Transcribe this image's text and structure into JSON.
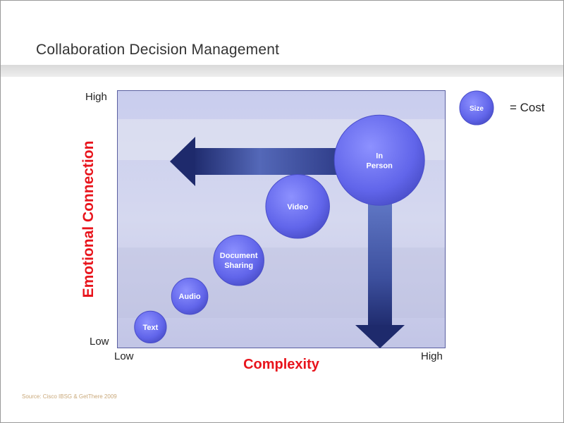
{
  "slide": {
    "title": "Collaboration Decision Management",
    "source": "Source: Cisco IBSG & GetThere 2009"
  },
  "axes": {
    "y_label": "Emotional Connection",
    "x_label": "Complexity",
    "y_high": "High",
    "y_low": "Low",
    "x_low": "Low",
    "x_high": "High"
  },
  "legend": {
    "bubble_text": "Size",
    "meaning": "= Cost"
  },
  "chart_data": {
    "type": "scatter",
    "encoding": "bubble size = cost",
    "points": [
      {
        "label": "Text",
        "complexity": 0.1,
        "emotional_connection": 0.08,
        "cost": 1
      },
      {
        "label": "Audio",
        "complexity": 0.22,
        "emotional_connection": 0.2,
        "cost": 1.3
      },
      {
        "label": "Document Sharing",
        "complexity": 0.37,
        "emotional_connection": 0.34,
        "cost": 2.5
      },
      {
        "label": "Video",
        "complexity": 0.55,
        "emotional_connection": 0.55,
        "cost": 4
      },
      {
        "label": "In Person",
        "complexity": 0.8,
        "emotional_connection": 0.73,
        "cost": 8
      }
    ],
    "arrows": [
      {
        "from": "In Person",
        "direction": "left"
      },
      {
        "from": "In Person",
        "direction": "down"
      }
    ]
  },
  "colors": {
    "axis_label": "#e8141c",
    "bubble": "#6b6ff0",
    "arrow": "#3d4aa0"
  }
}
